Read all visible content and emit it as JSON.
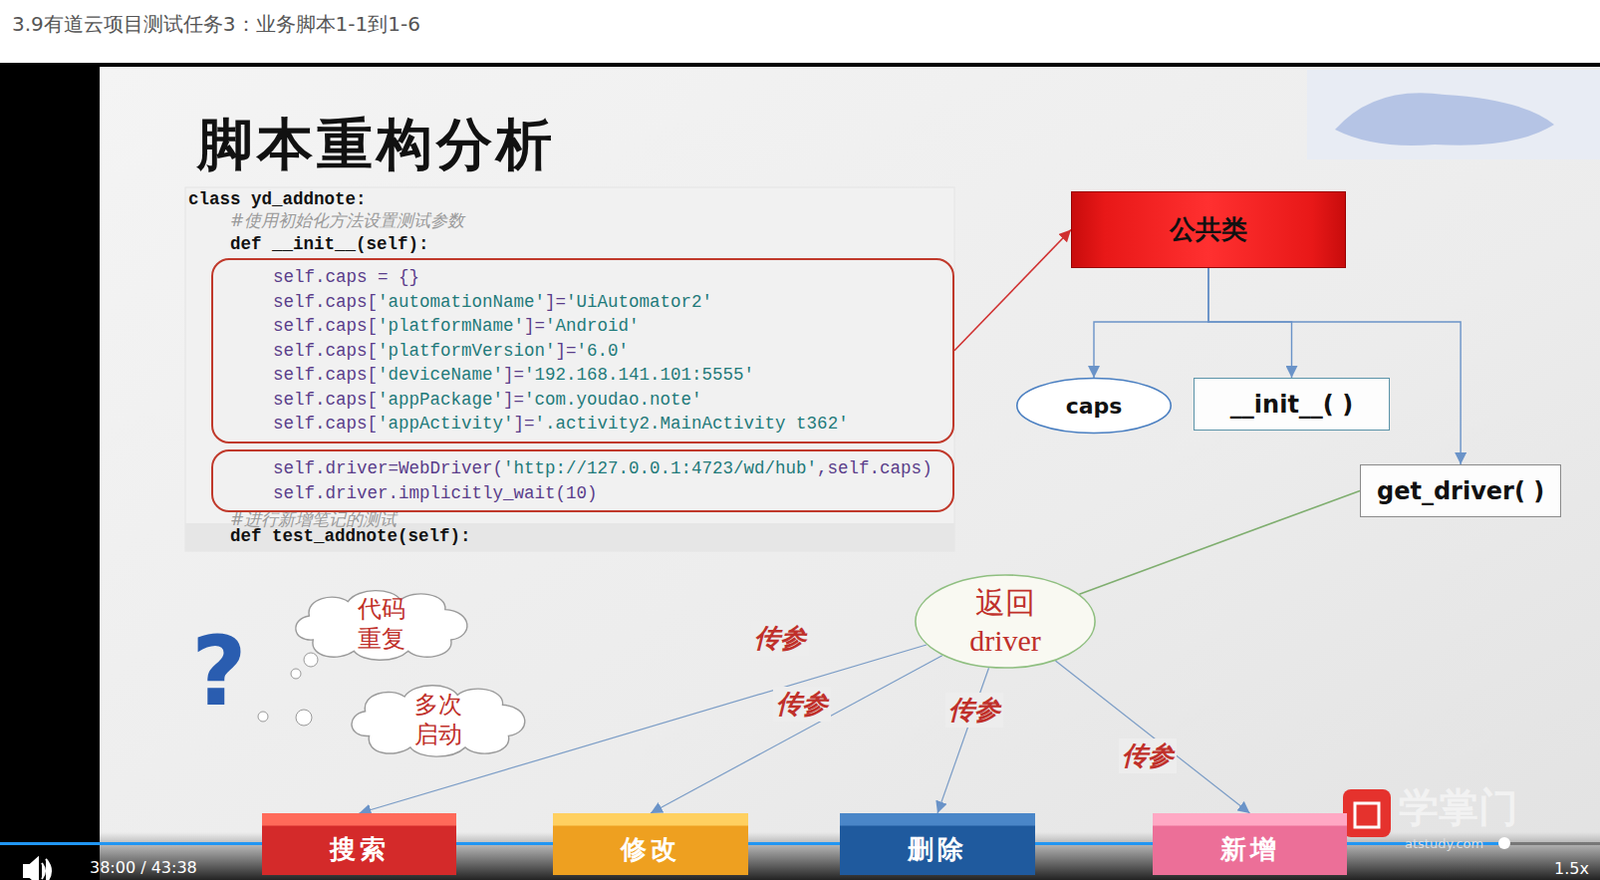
{
  "diagram": {
    "title": "脚本重构分析",
    "nodes": [
      {
        "text": [
          "self.caps = {}",
          "self.caps['automationName']='UiAutomator2'",
          "self.caps['platformName']='Android'",
          "self.caps['platformVersion']='6.0'",
          "self.caps['deviceName']='192.168.141.101:5555'",
          "self.caps['appPackage']='com.youdao.note'",
          "self.caps['appActivity']='.activity2.MainActivity t362'"
        ]
      },
      {
        "text": [
          "self.driver=WebDriver('http://127.0.0.1:4723/wd/hub',self.caps)",
          "self.driver.implicitly_wait(10)"
        ]
      },
      {
        "text": [
          "公共类"
        ]
      },
      {
        "text": [
          "caps"
        ]
      },
      {
        "text": [
          "__init__( )"
        ]
      },
      {
        "text": [
          "get_driver( )"
        ]
      },
      {
        "text": [
          "返回 driver"
        ]
      },
      {
        "text": [
          "搜索"
        ]
      },
      {
        "text": [
          "修改"
        ]
      },
      {
        "text": [
          "删除"
        ]
      },
      {
        "text": [
          "新增"
        ]
      },
      {
        "text": [
          "代码 重复"
        ]
      },
      {
        "text": [
          "多次 启动"
        ]
      }
    ],
    "edges": [
      {
        "from": 0,
        "to": 2,
        "arrow": "to"
      },
      {
        "from": 2,
        "to": 3,
        "arrow": "to"
      },
      {
        "from": 2,
        "to": 4,
        "arrow": "to"
      },
      {
        "from": 2,
        "to": 5,
        "arrow": "to"
      },
      {
        "from": 5,
        "to": 6,
        "arrow": "none"
      },
      {
        "from": 6,
        "to": 7,
        "label": "传参",
        "arrow": "to"
      },
      {
        "from": 6,
        "to": 8,
        "label": "传参",
        "arrow": "to"
      },
      {
        "from": 6,
        "to": 9,
        "label": "传参",
        "arrow": "to"
      },
      {
        "from": 6,
        "to": 10,
        "label": "传参",
        "arrow": "to"
      }
    ],
    "labels": [
      "3.9有道云项目测试任务3：业务脚本1-1到1-6",
      "class yd_addnote:",
      "#使用初始化方法设置测试参数",
      "def __init__(self):",
      "#进行新增笔记的测试",
      "def test_addnote(self):",
      "?",
      "学掌门",
      "atstudy.com",
      "38:00 / 43:38",
      "1.5x"
    ]
  }
}
